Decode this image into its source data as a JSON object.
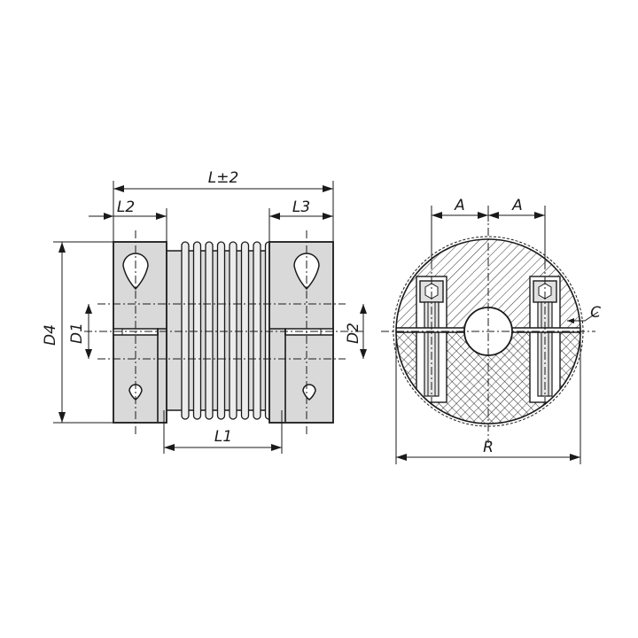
{
  "diagram": {
    "dimensions": {
      "total_length": "L±2",
      "hub_length_left": "L2",
      "hub_length_right": "L3",
      "bellows_length": "L1",
      "outer_diameter": "D4",
      "bore_left": "D1",
      "bore_right": "D2",
      "screw_offset": "A",
      "screw_offset_2": "A",
      "clearance": "C",
      "radius_extent": "R"
    }
  }
}
